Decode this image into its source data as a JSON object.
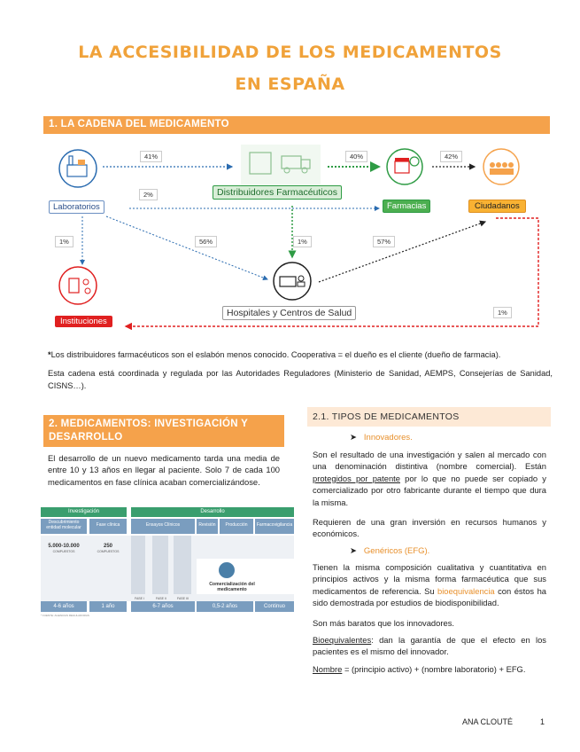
{
  "title": {
    "line1": "LA ACCESIBILIDAD DE LOS MEDICAMENTOS",
    "line2": "EN ESPAÑA"
  },
  "section1": {
    "heading": "1. LA CADENA DEL MEDICAMENTO",
    "nodes": {
      "laboratorios": "Laboratorios",
      "distribuidores": "Distribuidores Farmacéuticos",
      "farmacias": "Farmacias",
      "ciudadanos": "Ciudadanos",
      "instituciones": "Instituciones",
      "hospitales": "Hospitales y Centros de Salud"
    },
    "percentages": {
      "lab_dist": "41%",
      "dist_farm": "40%",
      "farm_ciud": "42%",
      "lab_farm": "2%",
      "lab_inst": "1%",
      "lab_hosp": "56%",
      "dist_hosp": "1%",
      "hosp_ciud": "57%",
      "ciud_inst": "1%"
    },
    "note1": "Los distribuidores farmacéuticos son el eslabón menos conocido. Cooperativa = el dueño es el cliente (dueño de farmacia).",
    "note1_star": "*",
    "note2": "Esta cadena está coordinada y regulada por las Autoridades Reguladores (Ministerio de Sanidad, AEMPS, Consejerías de Sanidad, CISNS…)."
  },
  "section2": {
    "heading": "2. MEDICAMENTOS: INVESTIGACIÓN Y DESARROLLO",
    "paragraph": "El desarrollo de un nuevo medicamento tarda una media de entre 10 y 13 años en llegar al paciente. Solo 7 de cada 100 medicamentos en fase clínica acaban comercializándose.",
    "figure": {
      "investigacion": "Investigación",
      "desarrollo": "Desarrollo",
      "col1": "Descubrimiento entidad molecular",
      "col2": "Fase clínica",
      "col3": "Ensayos Clínicos",
      "col4": "Revisión",
      "col5": "Producción",
      "col6": "Farmacovigilancia",
      "v1": "5.000-10.000",
      "v1_sub": "COMPUESTOS",
      "v2": "250",
      "v2_sub": "COMPUESTOS",
      "comercial": "Comercialización del medicamento",
      "fases": [
        "FASE I",
        "FASE II",
        "FASE III"
      ],
      "t1": "4-6 años",
      "t2": "1 año",
      "t3": "6-7 años",
      "t4": "0,5-2 años",
      "t5": "Continuo",
      "source": "* FUENTE: AGENCIAS REGULADORAS"
    }
  },
  "section21": {
    "heading": "2.1. TIPOS DE MEDICAMENTOS",
    "innovadores": "Innovadores.",
    "p1_a": "Son el resultado de una investigación y salen al mercado con una denominación distintiva (nombre comercial). Están ",
    "p1_u": "protegidos por patente",
    "p1_b": " por lo que no puede ser copiado y comercializado por otro fabricante durante el tiempo que dura la misma.",
    "p2": "Requieren de una gran inversión en recursos humanos y económicos.",
    "genericos": "Genéricos (EFG).",
    "p3_a": "Tienen la misma composición cualitativa y cuantitativa en principios activos y la misma forma farmacéutica que sus medicamentos de referencia. Su ",
    "p3_o": "bioequivalencia",
    "p3_b": " con éstos ha sido demostrada por estudios de biodisponibilidad.",
    "p4": "Son más baratos que los innovadores.",
    "p5_u": "Bioequivalentes",
    "p5_b": ": dan la garantía de que el efecto en los pacientes es el mismo del innovador.",
    "p6_u": "Nombre",
    "p6_b": " = (principio activo) + (nombre laboratorio) + EFG."
  },
  "footer": {
    "author": "ANA CLOUTÉ",
    "page": "1"
  },
  "colors": {
    "orange": "#f5a24b",
    "green": "#2e9b44",
    "blue": "#2b6cb0",
    "red": "#e02020",
    "title": "#f0a23a"
  }
}
